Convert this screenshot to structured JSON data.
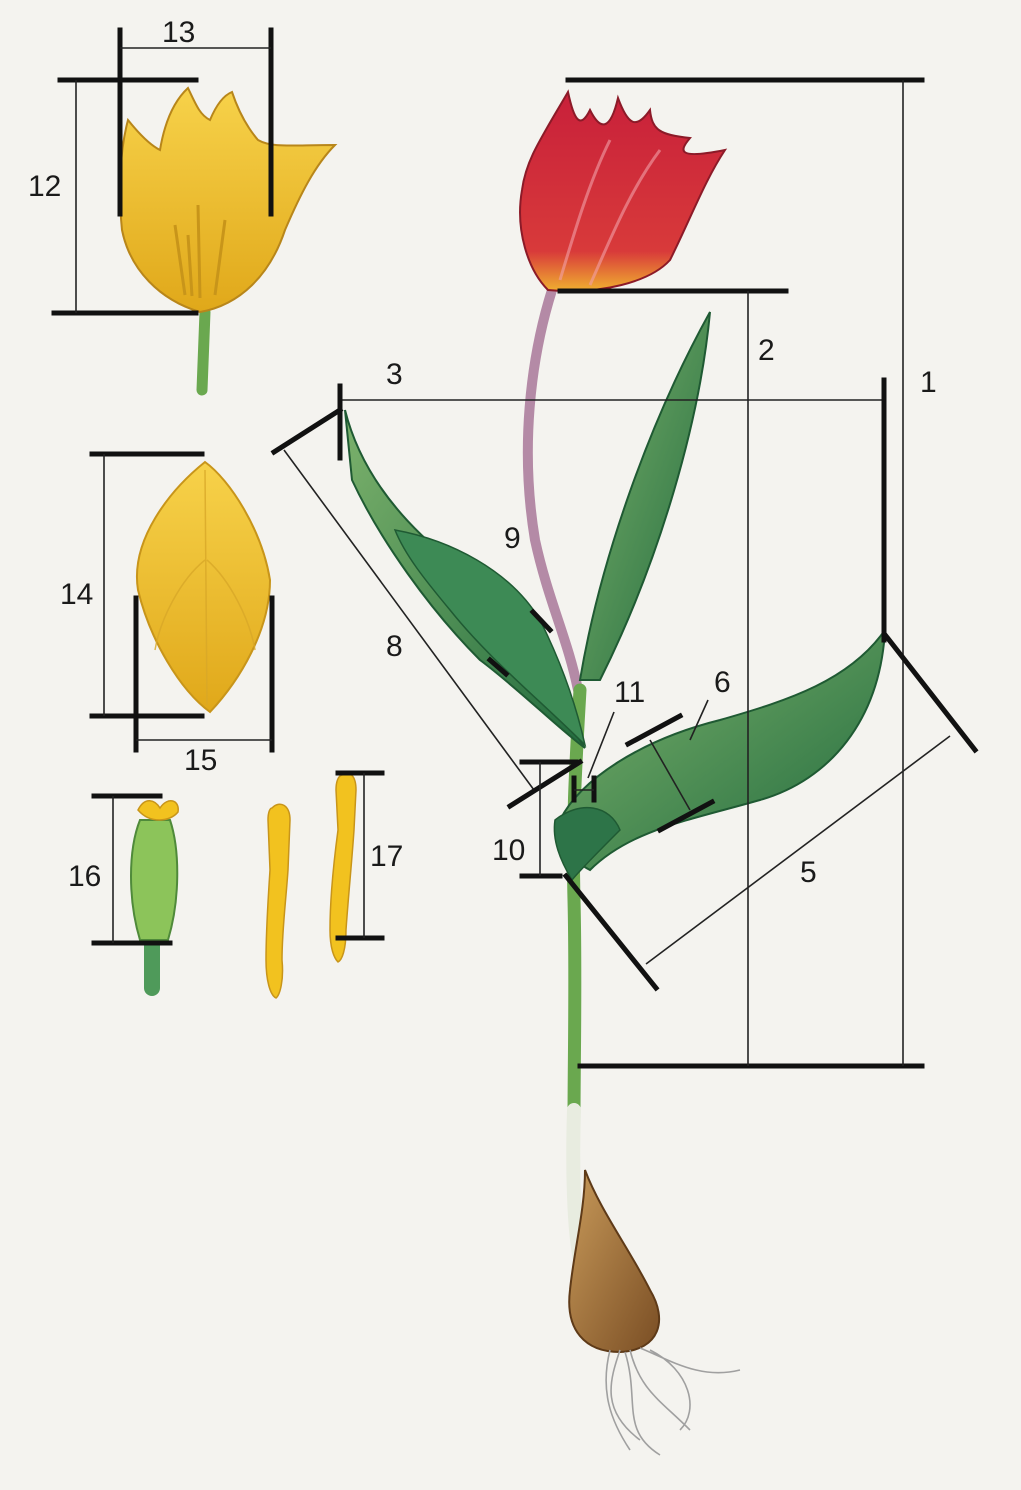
{
  "labels": {
    "l1": "1",
    "l2": "2",
    "l3": "3",
    "l5": "5",
    "l6": "6",
    "l8": "8",
    "l9": "9",
    "l10": "10",
    "l11": "11",
    "l12": "12",
    "l13": "13",
    "l14": "14",
    "l15": "15",
    "l16": "16",
    "l17": "17"
  },
  "colors": {
    "background": "#f4f3ef",
    "tulip_red": "#d0283a",
    "tulip_yellow": "#f2c21f",
    "leaf_green": "#2f7f4a",
    "stem_green": "#6aa84f",
    "bulb_brown": "#9a6a3a",
    "dimension_line": "#111111"
  }
}
